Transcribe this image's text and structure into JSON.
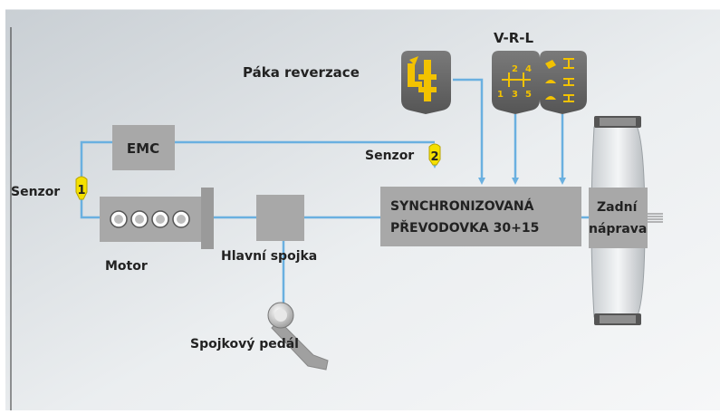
{
  "labels": {
    "emc": "EMC",
    "senzor_left": "Senzor",
    "senzor_right": "Senzor",
    "sensor_1_num": "1",
    "sensor_2_num": "2",
    "motor": "Motor",
    "hlavni_spojka": "Hlavní spojka",
    "spojkovy_pedal": "Spojkový pedál",
    "paka_reverzace": "Páka reverzace",
    "vrl": "V-R-L",
    "gearbox_line1": "SYNCHRONIZOVANÁ",
    "gearbox_line2": "PŘEVODOVKA 30+15",
    "axle_line1": "Zadní",
    "axle_line2": "náprava"
  },
  "shifter_digits": {
    "top": [
      "2",
      "4"
    ],
    "bottom": [
      "1",
      "3",
      "5"
    ]
  },
  "colors": {
    "line": "#6ab0e0",
    "box": "#a8a8a8",
    "box_dark": "#8a8a8a",
    "lever_body": "#6b6b6b",
    "lever_symbol": "#f2c200",
    "sensor": "#f5e000"
  }
}
